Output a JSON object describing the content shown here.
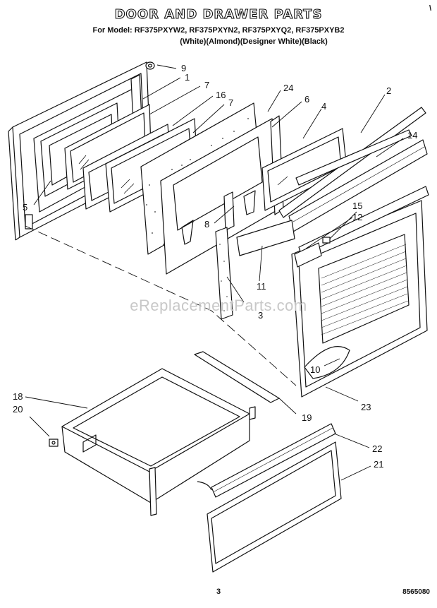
{
  "header": {
    "title": "DOOR AND DRAWER PARTS",
    "models": "For Model: RF375PXYW2, RF375PXYN2, RF375PXYQ2, RF375PXYB2",
    "colors": "(White)(Almond)(Designer White)(Black)",
    "corner_mark": "\\"
  },
  "callouts": {
    "c1": "1",
    "c2": "2",
    "c3": "3",
    "c4": "4",
    "c5": "5",
    "c6": "6",
    "c7a": "7",
    "c7b": "7",
    "c8": "8",
    "c9": "9",
    "c10": "10",
    "c11": "11",
    "c12": "12",
    "c14": "14",
    "c15": "15",
    "c16": "16",
    "c18": "18",
    "c19": "19",
    "c20": "20",
    "c21": "21",
    "c22": "22",
    "c23": "23",
    "c24": "24"
  },
  "watermark": "eReplacementParts.com",
  "footer": {
    "page": "3",
    "doc_number": "8565080"
  }
}
